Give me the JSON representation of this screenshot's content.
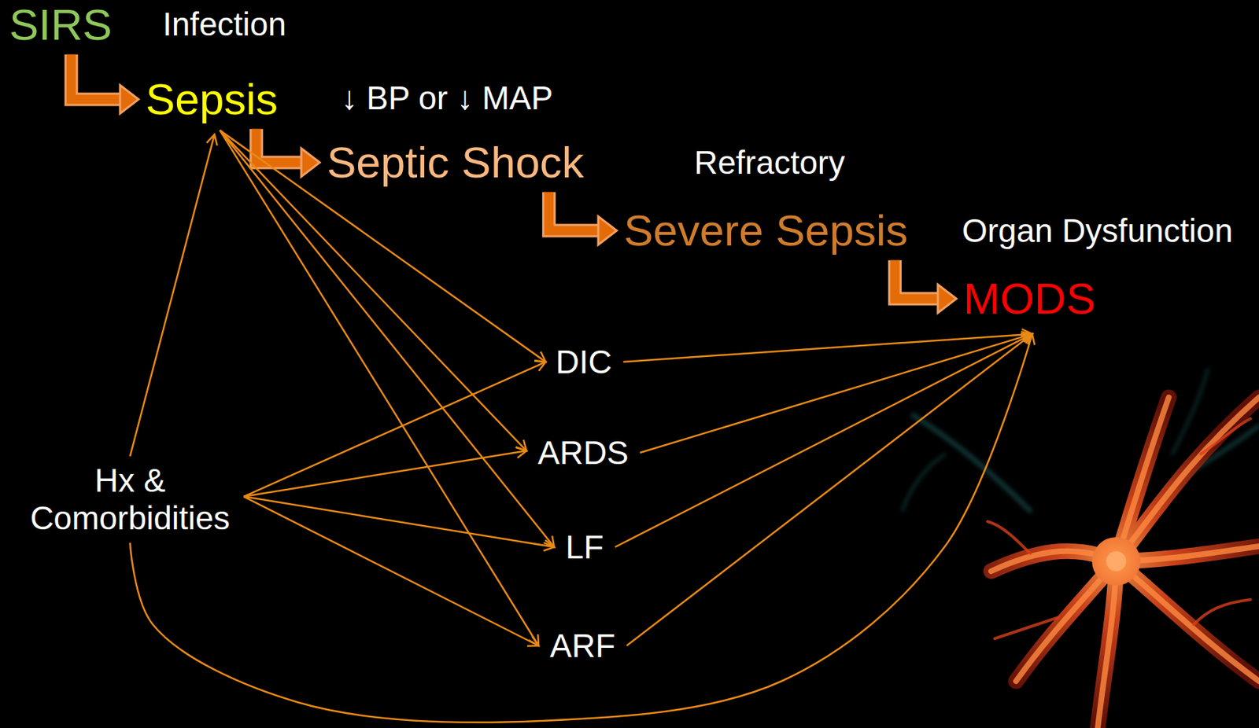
{
  "diagram": {
    "nodes": [
      {
        "text": [
          "SIRS"
        ]
      },
      {
        "text": [
          "Sepsis"
        ]
      },
      {
        "text": [
          "Septic Shock"
        ]
      },
      {
        "text": [
          "Severe Sepsis"
        ]
      },
      {
        "text": [
          "MODS"
        ]
      },
      {
        "text": [
          "DIC"
        ]
      },
      {
        "text": [
          "ARDS"
        ]
      },
      {
        "text": [
          "Hx & Comorbidities"
        ]
      },
      {
        "text": [
          "LF"
        ]
      },
      {
        "text": [
          "ARF"
        ]
      }
    ],
    "edges": [
      {
        "from": 0,
        "to": 1,
        "arrow": "to"
      },
      {
        "from": 1,
        "to": 2,
        "arrow": "to"
      },
      {
        "from": 2,
        "to": 3,
        "arrow": "to"
      },
      {
        "from": 3,
        "to": 4,
        "arrow": "to"
      },
      {
        "from": 1,
        "to": 5,
        "arrow": "to"
      },
      {
        "from": 1,
        "to": 6,
        "arrow": "to"
      },
      {
        "from": 1,
        "to": 8,
        "arrow": "to"
      },
      {
        "from": 1,
        "to": 9,
        "arrow": "to"
      },
      {
        "from": 7,
        "to": 1,
        "arrow": "to"
      },
      {
        "from": 7,
        "to": 5,
        "arrow": "to"
      },
      {
        "from": 7,
        "to": 6,
        "arrow": "to"
      },
      {
        "from": 7,
        "to": 8,
        "arrow": "to"
      },
      {
        "from": 7,
        "to": 9,
        "arrow": "to"
      },
      {
        "from": 7,
        "to": 4,
        "arrow": "to"
      },
      {
        "from": 5,
        "to": 4,
        "arrow": "to"
      },
      {
        "from": 6,
        "to": 4,
        "arrow": "to"
      },
      {
        "from": 8,
        "to": 4,
        "arrow": "to"
      },
      {
        "from": 9,
        "to": 4,
        "arrow": "to"
      }
    ],
    "labels": [
      "Infection",
      "↓ BP or ↓ MAP",
      "Refractory",
      "Organ Dysfunction"
    ]
  }
}
